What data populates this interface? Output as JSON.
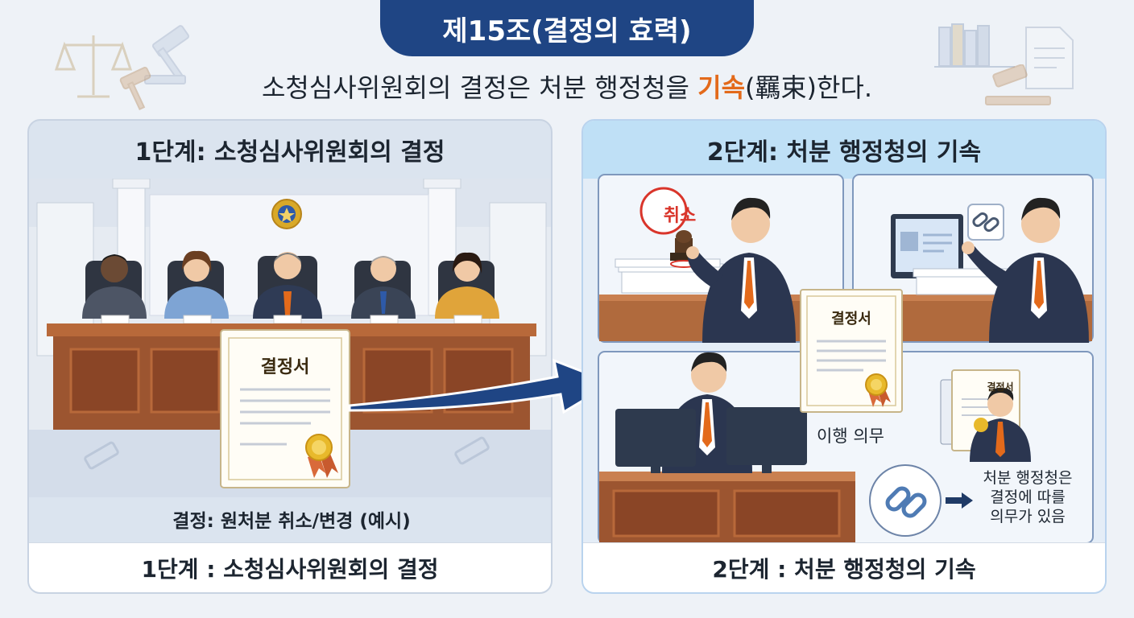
{
  "header": {
    "title": "제15조(결정의 효력)",
    "subtitle_prefix": "소청심사위원회의 결정은 처분 행정청을 ",
    "subtitle_highlight": "기속",
    "subtitle_suffix": "(羈束)한다."
  },
  "stage1": {
    "header": "1단계: 소청심사위원회의 결정",
    "document_title": "결정서",
    "caption": "결정: 원처분 취소/변경 (예시)",
    "footer": "1단계 : 소청심사위원회의 결정"
  },
  "stage2": {
    "header": "2단계: 처분 행정청의 기속",
    "stamp_text": "취소",
    "document_title": "결정서",
    "small_document_title": "결정서",
    "obligation_label": "이행 의무",
    "binding_note_lines": [
      "처분 행정청은",
      "결정에 따를",
      "의무가 있음"
    ],
    "footer": "2단계 : 처분 행정청의 기속"
  },
  "colors": {
    "title_bg": "#1f4584",
    "highlight": "#e36a1b",
    "arrow": "#1f4584",
    "stamp_red": "#d9352b"
  },
  "icons": [
    "scale-icon",
    "gavel-icon",
    "books-icon",
    "document-icon",
    "chain-link-icon",
    "arrow-right-icon",
    "emblem-icon",
    "seal-ribbon-icon"
  ]
}
